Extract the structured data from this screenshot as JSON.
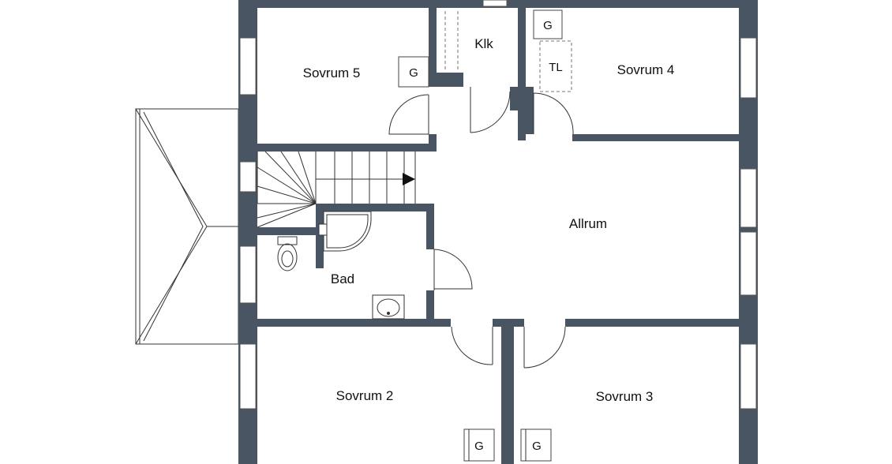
{
  "rooms": {
    "sovrum5": "Sovrum 5",
    "klk": "Klk",
    "sovrum4": "Sovrum 4",
    "allrum": "Allrum",
    "bad": "Bad",
    "sovrum2": "Sovrum 2",
    "sovrum3": "Sovrum 3"
  },
  "fixtures": {
    "g": "G",
    "tl": "TL"
  },
  "colors": {
    "wall": "#4a5563",
    "background": "#ffffff"
  }
}
